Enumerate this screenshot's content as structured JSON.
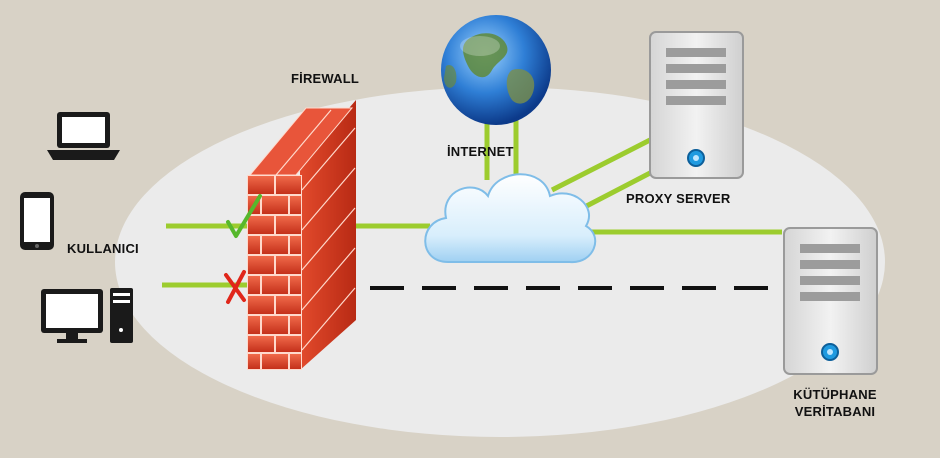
{
  "labels": {
    "firewall": "FİREWALL",
    "internet": "İNTERNET",
    "proxy_server": "PROXY SERVER",
    "users": "KULLANICI",
    "database_line1": "KÜTÜPHANE",
    "database_line2": "VERİTABANI"
  },
  "colors": {
    "background": "#d8d2c6",
    "ellipse": "#ebebeb",
    "connection": "#9ccc2e",
    "blocked": "#111111",
    "allowed_mark": "#56b82c",
    "denied_mark": "#e0261a",
    "brick": "#d43a22",
    "server_body": "#e6e6e6",
    "server_led": "#1f9ae0"
  },
  "icons": [
    "laptop-icon",
    "tablet-icon",
    "desktop-icon",
    "firewall-icon",
    "globe-icon",
    "cloud-icon",
    "proxy-server-icon",
    "database-server-icon",
    "check-icon",
    "cross-icon"
  ]
}
